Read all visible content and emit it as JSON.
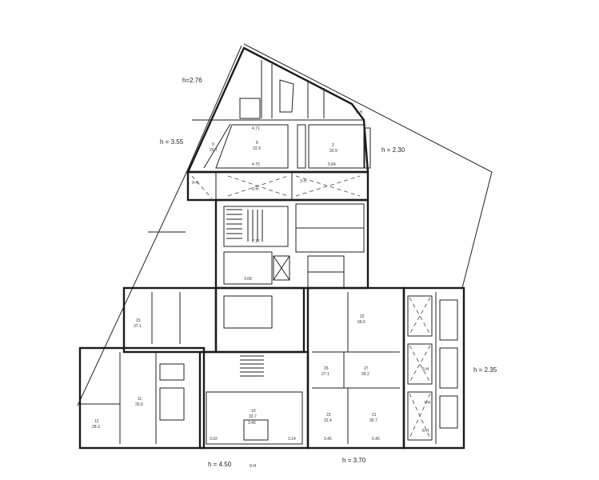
{
  "plan": {
    "heights": {
      "h_top_left": "h=2.76",
      "h_left": "h = 3.55",
      "h_right_top": "h = 2.30",
      "h_right": "h = 2.35",
      "h_bottom_left": "h = 4.50",
      "h_bottom_right": "h = 3.70"
    },
    "passages": {
      "p_top_right": "9-Н",
      "p_top_left": "9-Н",
      "p_mid_1": "2-Н",
      "p_mid_2": "3-Н",
      "p_bottom": "9-Н",
      "p_right_1": "6-Н",
      "p_right_2": "7-Н",
      "p_right_3": "8-Н"
    },
    "rooms": [
      {
        "num": "2",
        "area": "20.9"
      },
      {
        "num": "8",
        "area": "22.9"
      },
      {
        "num": "9",
        "area": "20.7"
      },
      {
        "num": "7.17"
      },
      {
        "num": "22",
        "area": "66.6"
      },
      {
        "num": "26",
        "area": "27.1"
      },
      {
        "num": "27",
        "area": "39.2"
      },
      {
        "num": "21",
        "area": "35.7"
      },
      {
        "num": "10",
        "area": "33.7"
      },
      {
        "num": "11",
        "area": "20.6"
      },
      {
        "num": "12",
        "area": "28.3"
      },
      {
        "num": "23",
        "area": "22.4"
      },
      {
        "num": "15",
        "area": "37.1"
      }
    ],
    "dims": [
      "4.71",
      "4.75",
      "5.84",
      "3.68",
      "3.45",
      "3.02",
      "3.14",
      "3.45",
      "5.45"
    ]
  }
}
